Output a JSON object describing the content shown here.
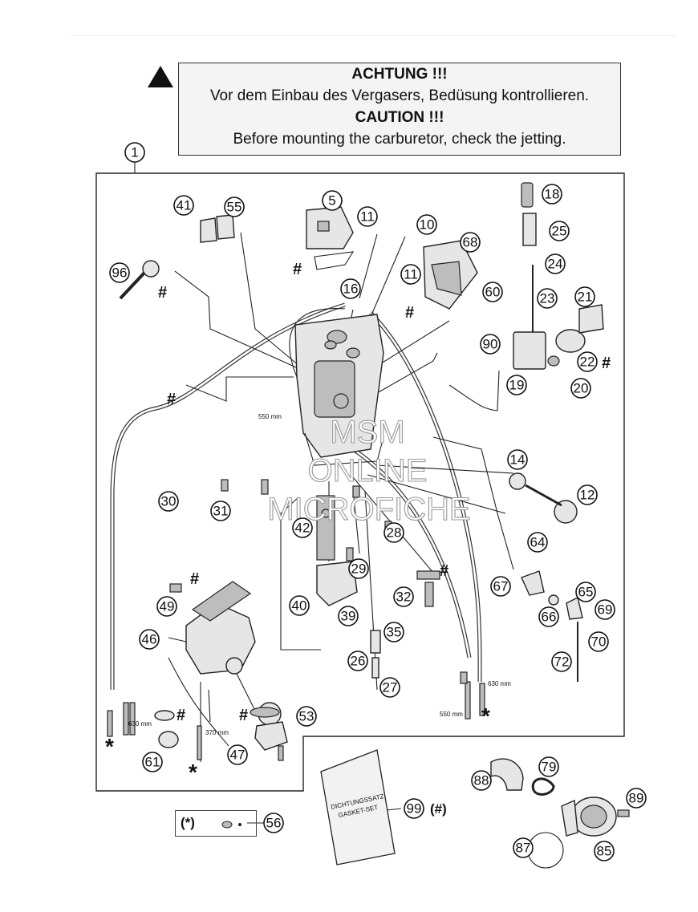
{
  "warning": {
    "line1": "ACHTUNG !!!",
    "line2": "Vor dem Einbau des Vergasers, Bedüsung kontrollieren.",
    "line3": "CAUTION !!!",
    "line4": "Before mounting the carburetor, check the jetting."
  },
  "callouts": [
    "1",
    "5",
    "10",
    "11",
    "11",
    "12",
    "14",
    "16",
    "18",
    "19",
    "20",
    "21",
    "22",
    "23",
    "24",
    "25",
    "26",
    "27",
    "28",
    "29",
    "30",
    "31",
    "32",
    "35",
    "39",
    "40",
    "41",
    "42",
    "46",
    "47",
    "49",
    "53",
    "55",
    "56",
    "60",
    "61",
    "64",
    "65",
    "66",
    "67",
    "68",
    "69",
    "70",
    "72",
    "79",
    "85",
    "87",
    "88",
    "89",
    "90",
    "96",
    "99"
  ],
  "symbols": {
    "hash": "#",
    "asterisk": "*",
    "seal_kit_ref": "(#)",
    "wear_kit_ref": "(*)"
  },
  "measurements": {
    "m550a": "550 mm",
    "m630a": "630 mm",
    "m630b": "630 mm",
    "m550b": "550 mm",
    "m370": "370 mm"
  },
  "gasket_set": {
    "line1": "DICHTUNGSSATZ",
    "line2": "GASKET-SET"
  },
  "watermark": {
    "line1": "MSM",
    "line2": "ONLINE",
    "line3": "MICROFICHE"
  }
}
